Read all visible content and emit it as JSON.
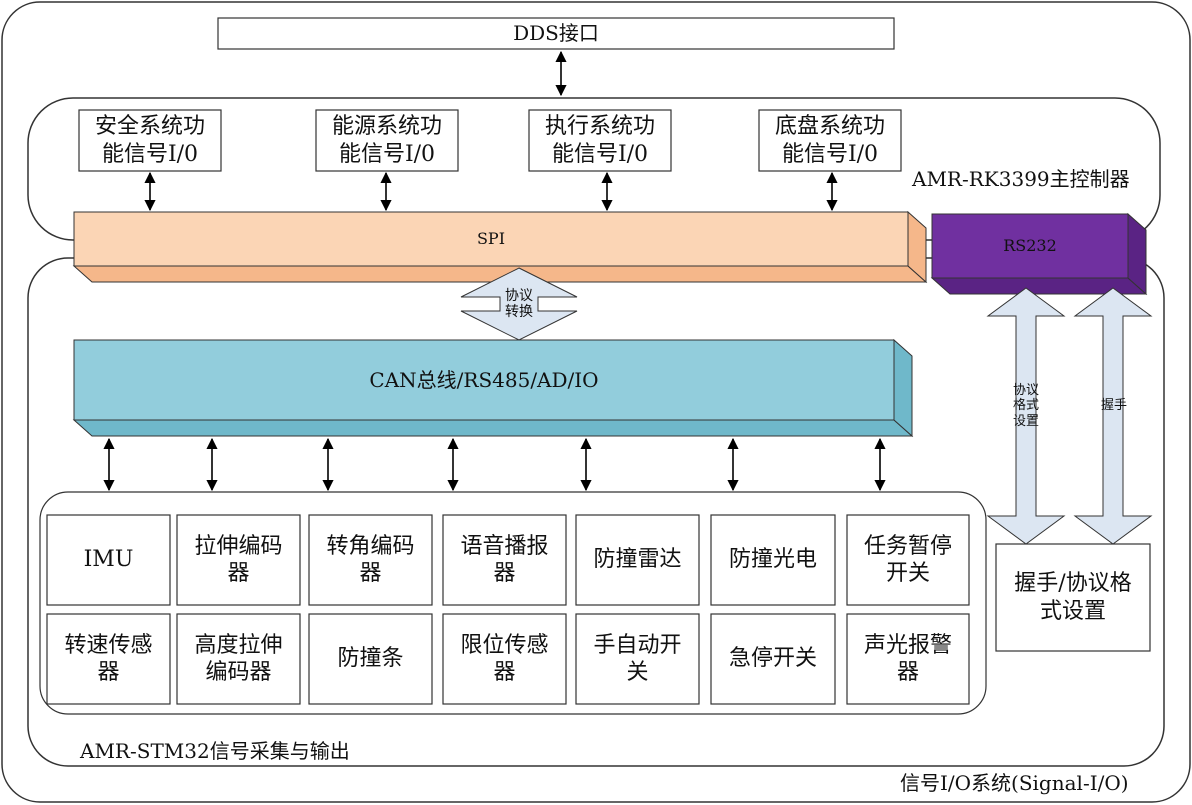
{
  "colors": {
    "spi_front": "#fbd5b5",
    "spi_side": "#f5b78a",
    "can_front": "#92cddc",
    "can_side": "#6fb8ca",
    "rs232_front": "#7030a0",
    "rs232_side": "#5a2384",
    "protocol_fill": "#dce6f2",
    "outline": "#333333"
  },
  "dds": {
    "label": "DDS接口"
  },
  "controller": {
    "title": "AMR-RK3399主控制器",
    "modules": [
      {
        "label": "安全系统功\n能信号I/0"
      },
      {
        "label": "能源系统功\n能信号I/0"
      },
      {
        "label": "执行系统功\n能信号I/0"
      },
      {
        "label": "底盘系统功\n能信号I/0"
      }
    ]
  },
  "spi": {
    "label": "SPI"
  },
  "rs232": {
    "label": "RS232"
  },
  "protocol_convert": {
    "label": "协议\n转换"
  },
  "can_bus": {
    "label": "CAN总线/RS485/AD/IO"
  },
  "stm32": {
    "title": "AMR-STM32信号采集与输出"
  },
  "sensors": {
    "row1": [
      {
        "label": "IMU"
      },
      {
        "label": "拉伸编码\n器"
      },
      {
        "label": "转角编码\n器"
      },
      {
        "label": "语音播报\n器"
      },
      {
        "label": "防撞雷达"
      },
      {
        "label": "防撞光电"
      },
      {
        "label": "任务暂停\n开关"
      }
    ],
    "row2": [
      {
        "label": "转速传感\n器"
      },
      {
        "label": "高度拉伸\n编码器"
      },
      {
        "label": "防撞条"
      },
      {
        "label": "限位传感\n器"
      },
      {
        "label": "手自动开\n关"
      },
      {
        "label": "急停开关"
      },
      {
        "label": "声光报警\n器"
      }
    ]
  },
  "right_panel": {
    "arrow1_label": "协议\n格式\n设置",
    "arrow2_label": "握手",
    "box_label": "握手/协议格\n式设置"
  },
  "system_title": "信号I/O系统(Signal-I/O)"
}
